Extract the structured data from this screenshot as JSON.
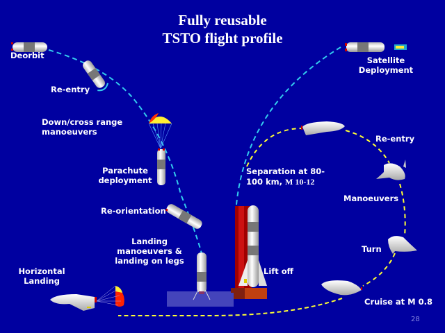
{
  "title": {
    "line1": "Fully reusable",
    "line2": "TSTO flight profile"
  },
  "colors": {
    "background": "#0000a0",
    "first_stage_path": "#33ccee",
    "orbiter_path": "#ffff33",
    "launch_tower": "#a00000",
    "landing_pad": "#4444bb"
  },
  "first_stage_labels": {
    "deorbit": "Deorbit",
    "reentry": "Re-entry",
    "down_cross_range": [
      "Down/cross range",
      "manoeuvers"
    ],
    "parachute": [
      "Parachute",
      "deployment"
    ],
    "reorientation": "Re-orientation",
    "landing": [
      "Landing",
      "manoeuvers &",
      "landing on legs"
    ]
  },
  "orbiter_labels": {
    "satellite": [
      "Satellite",
      "Deployment"
    ],
    "reentry": "Re-entry",
    "manoeuvers": "Manoeuvers",
    "turn": "Turn",
    "cruise": "Cruise at M 0.8",
    "horizontal_landing": [
      "Horizontal",
      "Landing"
    ]
  },
  "launch_labels": {
    "separation_line1": "Separation at 80-",
    "separation_line2_a": "100 km,",
    "separation_line2_b": "M 10-12",
    "liftoff": "Lift off"
  },
  "page_number": "28",
  "icons": [
    "rocket-stage",
    "parachute",
    "launch-vehicle",
    "launch-tower",
    "spaceplane",
    "satellite",
    "landing-pad"
  ]
}
